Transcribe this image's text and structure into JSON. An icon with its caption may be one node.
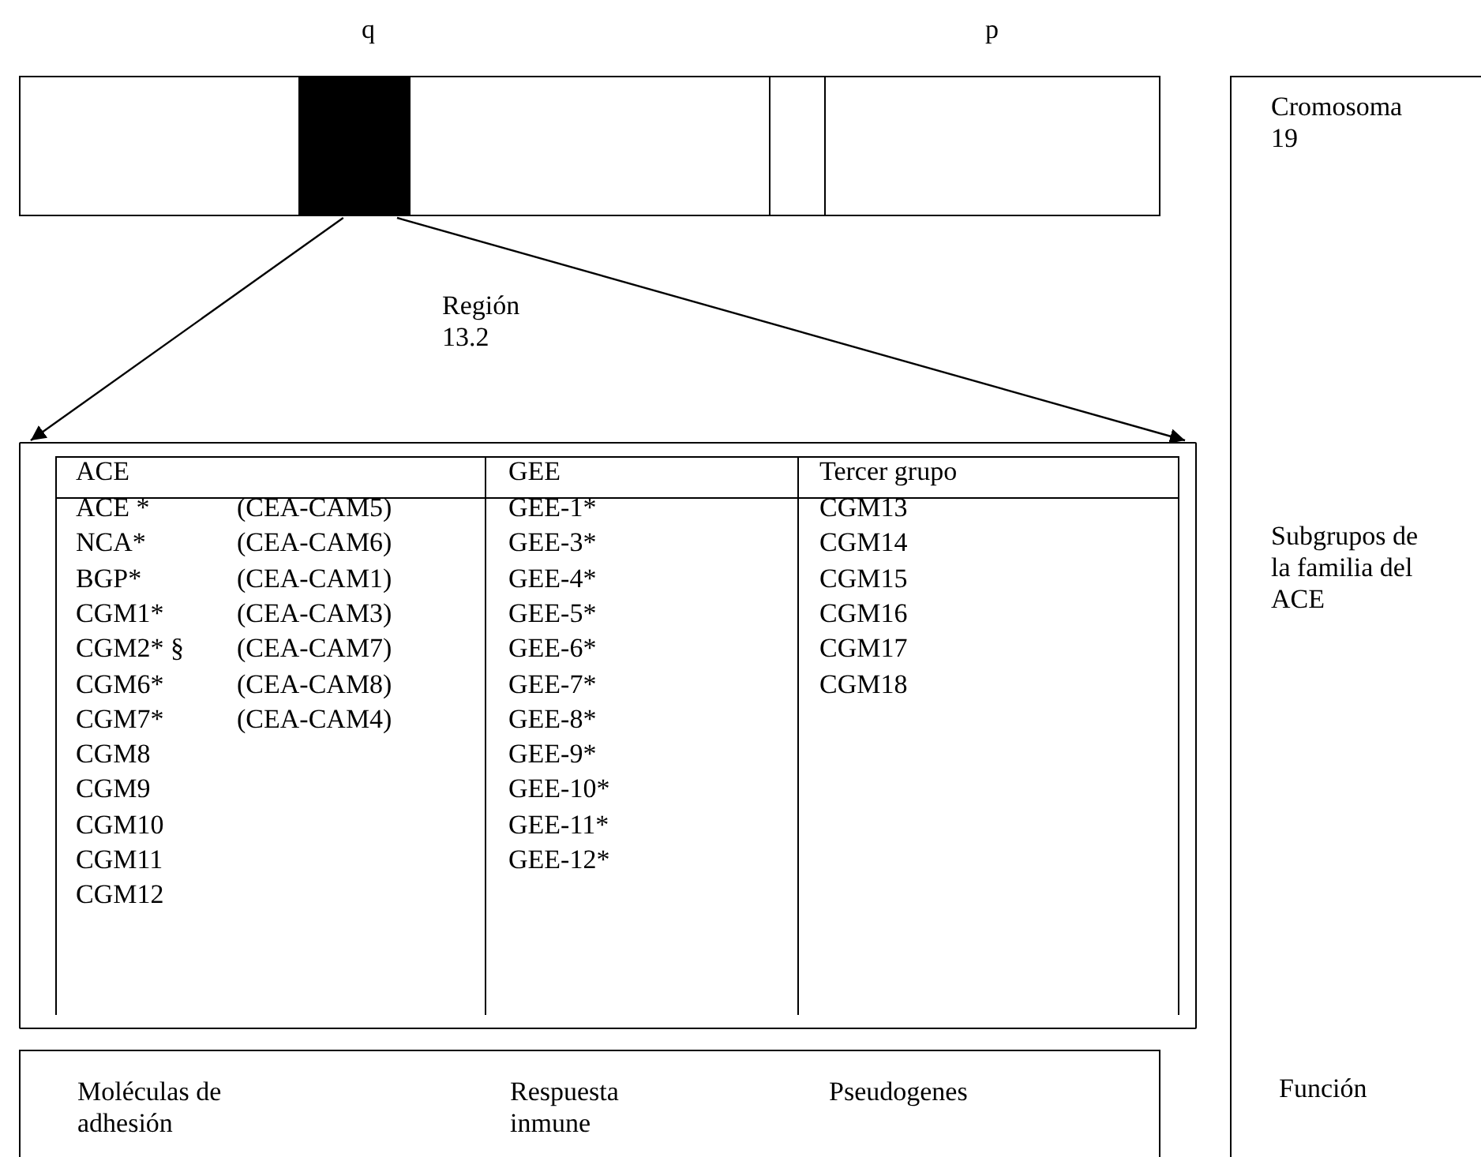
{
  "diagram": {
    "nodes": [
      {
        "text": [],
        "shape": "bar"
      },
      {
        "text": [],
        "shape": "box",
        "in": 0
      },
      {
        "text": [],
        "shape": "box",
        "in": 0
      },
      {
        "text": [],
        "shape": "box"
      },
      {
        "text": [
          "Moléculas de adhesión",
          "Respuesta inmune",
          "Pseudogenes"
        ]
      }
    ],
    "edges": [
      {
        "from": 1,
        "to": 3,
        "arrow": "to"
      },
      {
        "from": 1,
        "to": 3,
        "arrow": "to"
      }
    ],
    "labels": [
      "q",
      "p",
      "Cromosoma 19",
      "Región 13.2",
      "Subgrupos de la familia del ACE",
      "ACE",
      "GEE",
      "Tercer grupo",
      "ACE *",
      "(CEA-CAM5)",
      "GEE-1*",
      "CGM13",
      "NCA*",
      "(CEA-CAM6)",
      "GEE-3*",
      "CGM14",
      "BGP*",
      "(CEA-CAM1)",
      "GEE-4*",
      "CGM15",
      "CGM1*",
      "(CEA-CAM3)",
      "GEE-5*",
      "CGM16",
      "CGM2* §",
      "(CEA-CAM7)",
      "GEE-6*",
      "CGM17",
      "CGM6*",
      "(CEA-CAM8)",
      "GEE-7*",
      "CGM18",
      "CGM7*",
      "(CEA-CAM4)",
      "GEE-8*",
      "CGM8",
      "GEE-9*",
      "CGM9",
      "GEE-10*",
      "CGM10",
      "GEE-11*",
      "CGM11",
      "GEE-12*",
      "CGM12",
      "Función"
    ]
  }
}
